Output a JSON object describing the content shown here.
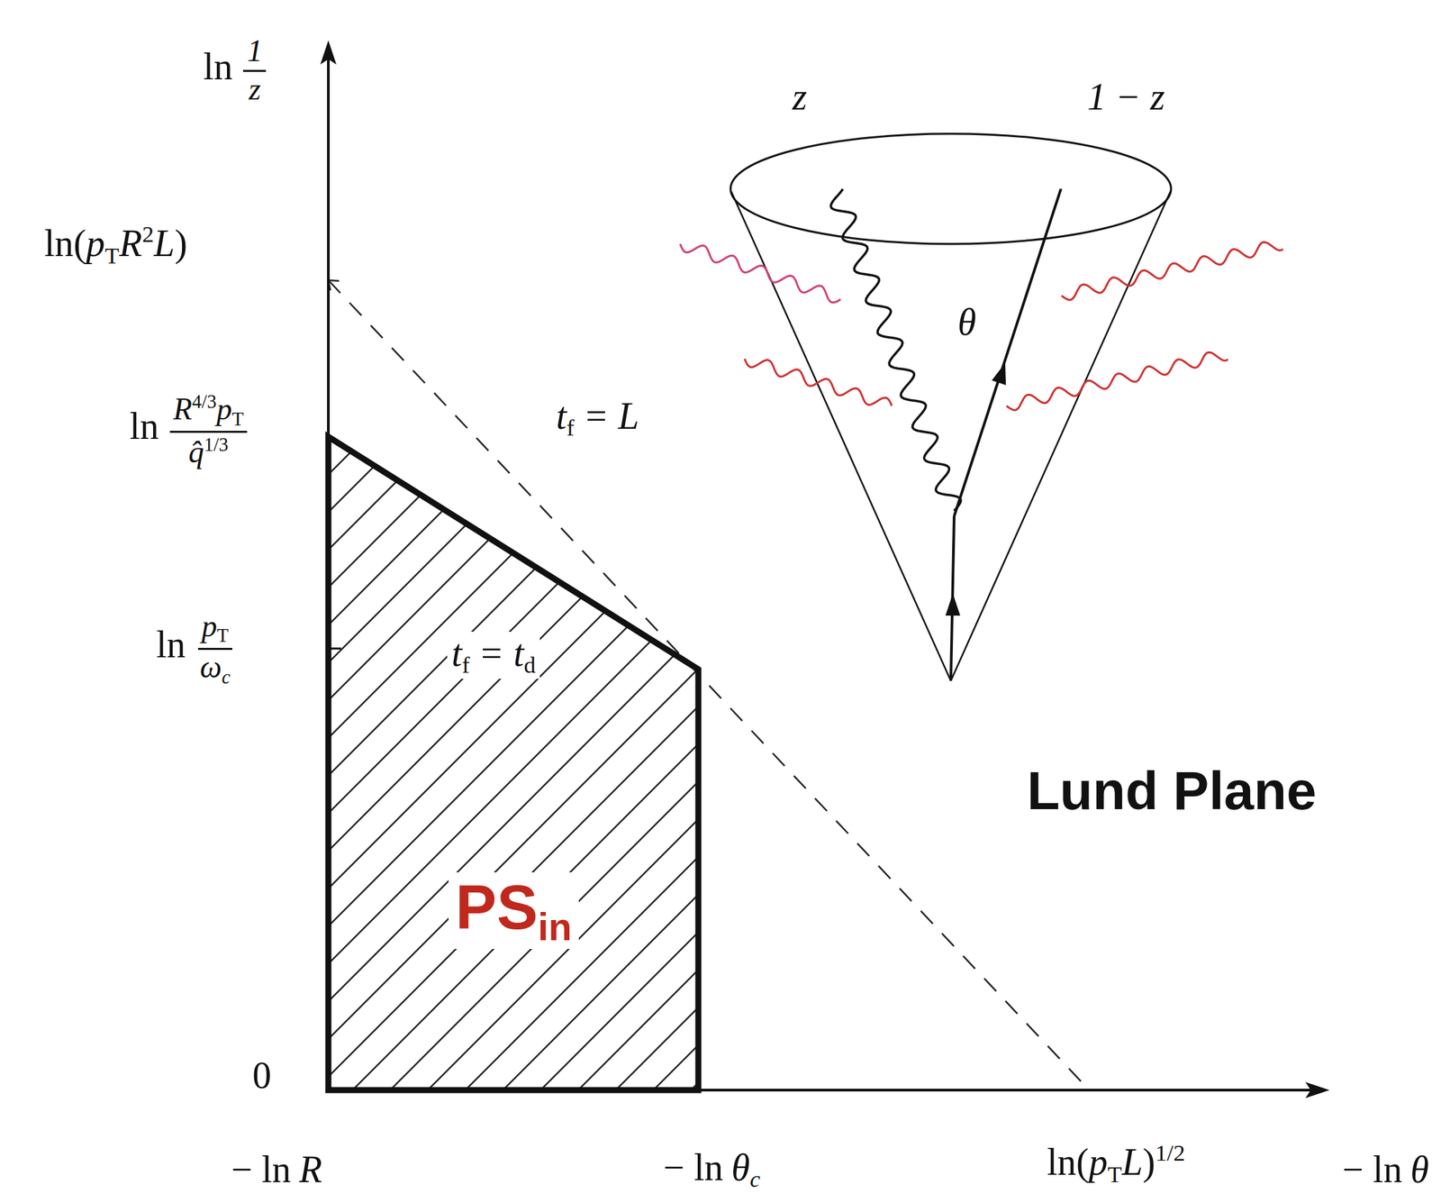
{
  "diagram": {
    "nodes": [
      {
        "text": [
          "PS",
          "in"
        ]
      }
    ],
    "labels": [
      "ln",
      "1",
      "z",
      "ln(",
      "p",
      "T",
      "R",
      "2",
      "L",
      ")",
      "ln",
      "R",
      "4/3",
      "p",
      "T",
      "q̂",
      "1/3",
      "ln",
      "p",
      "T",
      "ω",
      "c",
      "0",
      "− ln",
      "R",
      "− ln",
      "θ",
      "c",
      "ln(",
      "p",
      "T",
      "L",
      ")",
      "1/2",
      "− ln",
      "θ",
      "t",
      "f",
      "=",
      "L",
      "t",
      "f",
      "=",
      "t",
      "d",
      "z",
      "1 − z",
      "θ",
      "Lund Plane"
    ]
  }
}
